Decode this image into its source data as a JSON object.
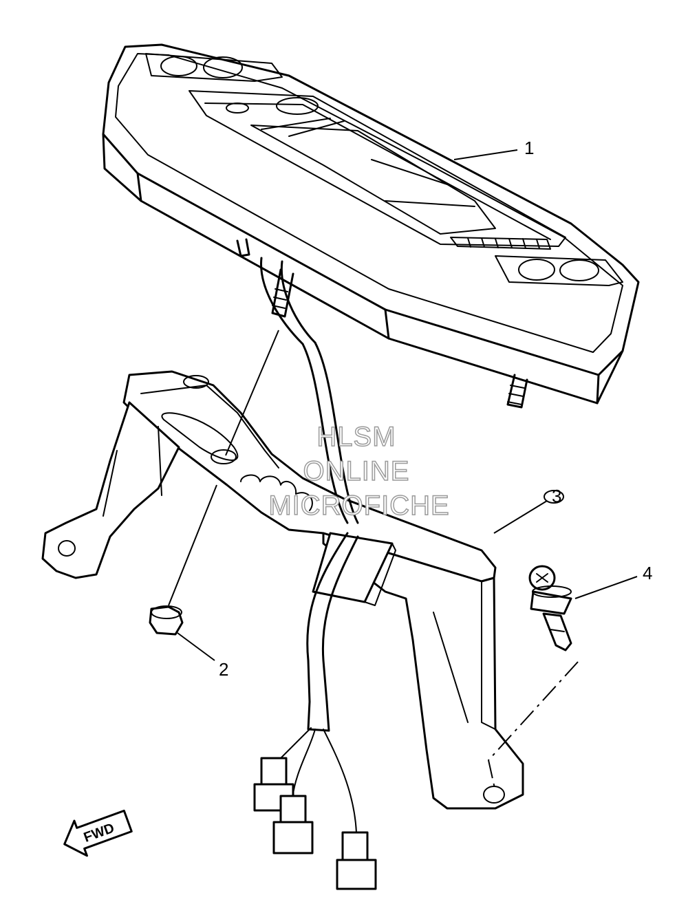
{
  "callouts": [
    {
      "id": "1",
      "label": "1"
    },
    {
      "id": "2",
      "label": "2"
    },
    {
      "id": "3",
      "label": "3"
    },
    {
      "id": "4",
      "label": "4"
    }
  ],
  "watermark": {
    "line1": "HLSM",
    "line2": "ONLINE",
    "line3": "MICROFICHE"
  },
  "direction_arrow": {
    "label": "FWD"
  }
}
